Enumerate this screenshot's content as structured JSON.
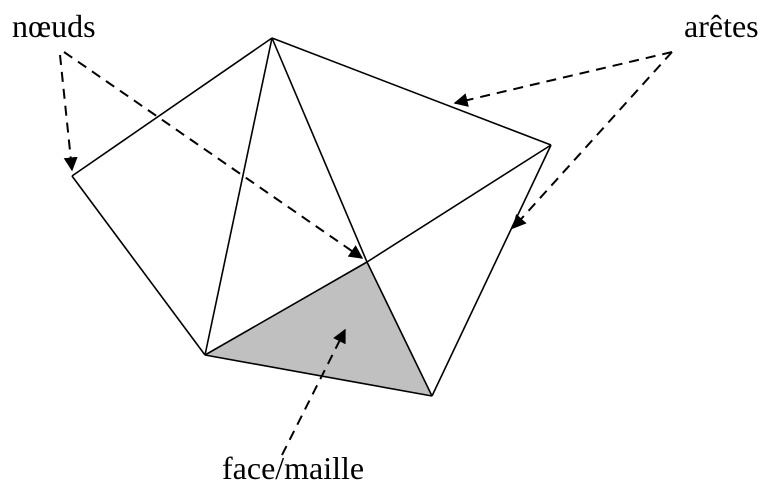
{
  "labels": {
    "nodes": "nœuds",
    "edges": "arêtes",
    "face": "face/maille"
  },
  "colors": {
    "stroke": "#000000",
    "face_fill": "#c0c0c0",
    "background": "#ffffff"
  }
}
